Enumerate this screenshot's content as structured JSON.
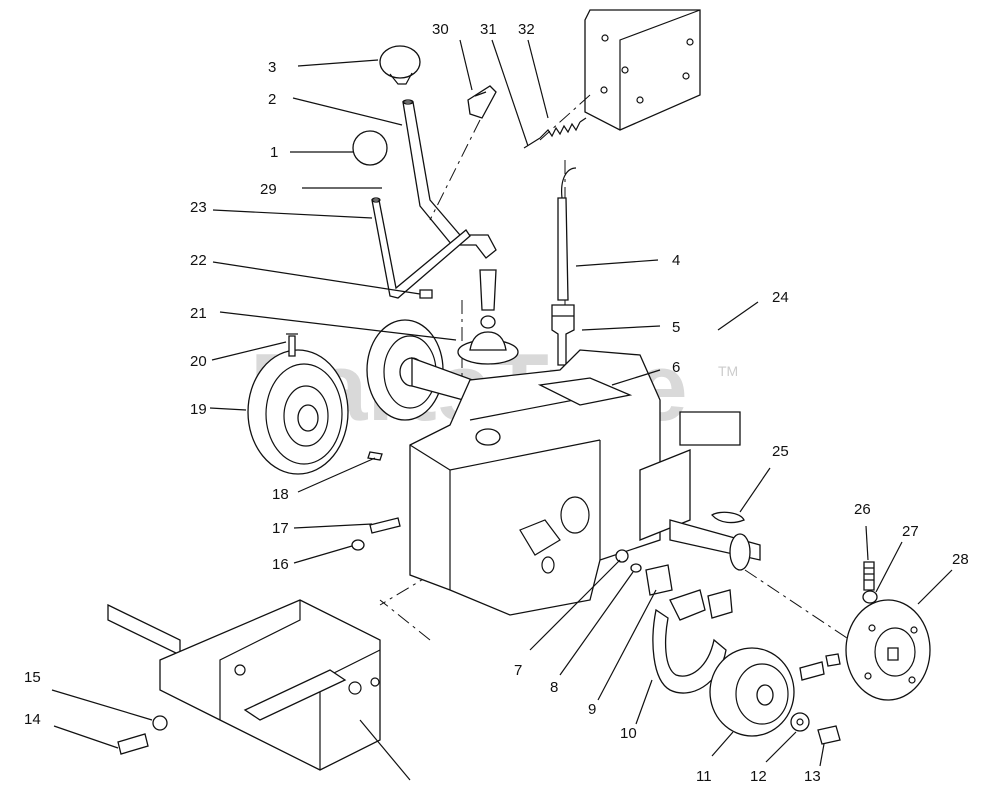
{
  "watermark": {
    "text": "PartsTree",
    "trademark": "TM"
  },
  "parts": [
    {
      "number": "1"
    },
    {
      "number": "2"
    },
    {
      "number": "3"
    },
    {
      "number": "4"
    },
    {
      "number": "5"
    },
    {
      "number": "6"
    },
    {
      "number": "7"
    },
    {
      "number": "8"
    },
    {
      "number": "9"
    },
    {
      "number": "10"
    },
    {
      "number": "11"
    },
    {
      "number": "12"
    },
    {
      "number": "13"
    },
    {
      "number": "14"
    },
    {
      "number": "15"
    },
    {
      "number": "16"
    },
    {
      "number": "17"
    },
    {
      "number": "18"
    },
    {
      "number": "19"
    },
    {
      "number": "20"
    },
    {
      "number": "21"
    },
    {
      "number": "22"
    },
    {
      "number": "23"
    },
    {
      "number": "24"
    },
    {
      "number": "25"
    },
    {
      "number": "26"
    },
    {
      "number": "27"
    },
    {
      "number": "28"
    },
    {
      "number": "29"
    },
    {
      "number": "30"
    },
    {
      "number": "31"
    },
    {
      "number": "32"
    }
  ]
}
